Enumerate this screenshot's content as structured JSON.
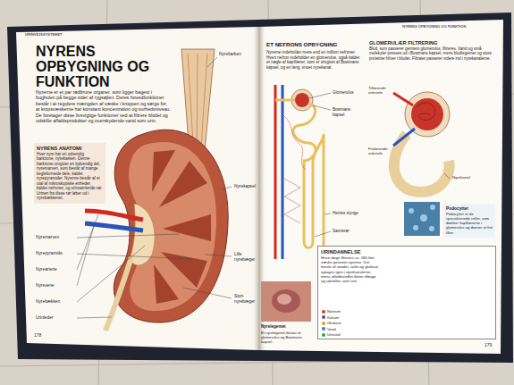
{
  "diagram": {
    "title": "NYRENS OPBYGNING OG FUNKTION",
    "nodes": [
      {
        "text": [
          "NYRENS ANATOMI",
          "Hver nyre har en udvendig barkzone, nyrebarken. Denne barkzone omgiver en indvendig del, nyremarven, som består af mange kegleformede dele, kaldet nyrepyramider. Nyrerne består af et utal af mikroskopiske enheder, kaldet nefroner, og urinsamlende rør. Urinen fra disse rør løber ud i nyrebækkenet."
        ]
      },
      {
        "text": [
          "GLOMERULÆR FILTRERING",
          "Blod, som passerer gennem glomerulus, filtreres. Vand og små molekyler presses ud i Bowmans kapsel, mens blodlegemer og store proteiner bliver i blodet. Filtratet passerer videre ind i nyrekanalerne."
        ]
      },
      {
        "text": [
          "Podocytter",
          "Podocytter er de specialiserede celler, som dækker kapillærerne i glomerulus og danner et fint filter."
        ]
      },
      {
        "text": [
          "URINDANNELSE",
          "Hvert døgn filtreres ca. 180 liter væske gennem nyrerne. Det meste af vandet, salte og glukose optages igen i nyrekanalerne, mens affaldsstoffer bliver tilbage og udskilles som urin."
        ]
      }
    ],
    "labels": [
      "URINVEJSSYSTEMET",
      "NYRENS OPBYGNING OG FUNKTION",
      "Nyrerne er et par rødbrune organer, som ligger bagest i bughulen på begge sider af rygsøjlen. Deres hovedfunktioner består i at regulere mængden af væske i kroppen og sørge for, at kropsvæskerne har konstant koncentration og surhedsniveau. De foretager disse livsvigtige funktioner ved at filtrere blodet og udskille affaldsprodukter og overskydende vand som urin.",
      "Nyrebarken",
      "Nyremarven",
      "Nyrepyramide",
      "Nyrearterie",
      "Nyrevene",
      "Nyrebækken",
      "Urinleder",
      "Nyrekapsel",
      "Lille nyrebæger",
      "Stort nyrebæger",
      "178",
      "ET NEFRONS OPBYGNING",
      "Nyrerne indeholder mere end en million nefroner. Hvert nefron indeholder en glomerulus, også kaldet et nøgle af kapillærer, som er omgivet af Bowmans kapsel, og en lang, snoet nyrekanal.",
      "Glomerulus",
      "Bowmans kapsel",
      "Henles slynge",
      "Samlerør",
      "Nyrelegemet",
      "Et nyrelegeme består af glomerulus og Bowmans kapsel.",
      "179",
      "Tilførende arteriole",
      "Fraførende arteriole",
      "Nyrekanal"
    ],
    "legend": [
      {
        "text": "Natrium",
        "color": "#d93a2e"
      },
      {
        "text": "Kalium",
        "color": "#6a3fa0"
      },
      {
        "text": "Glukose",
        "color": "#e8a020"
      },
      {
        "text": "Vand",
        "color": "#3a7ad0"
      },
      {
        "text": "Urinstof",
        "color": "#3a9a40"
      }
    ]
  }
}
